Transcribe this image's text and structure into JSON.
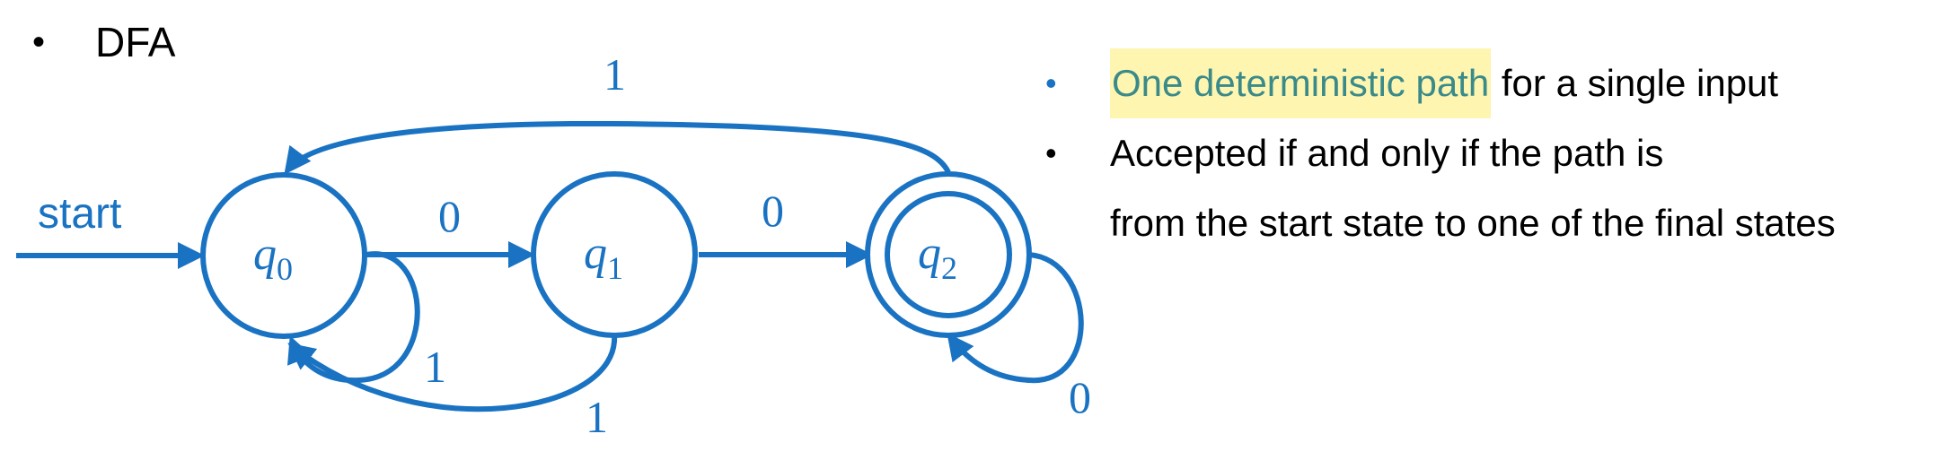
{
  "heading": {
    "bullet": "•",
    "text": "DFA"
  },
  "colors": {
    "accent": "#1a73c2",
    "highlight_bg": "#fdf5b0",
    "highlight_text": "#3a8a8a",
    "text": "#000000"
  },
  "diagram": {
    "start_label": "start",
    "states": [
      {
        "id": "q0",
        "name": "q",
        "sub": "0",
        "accepting": false
      },
      {
        "id": "q1",
        "name": "q",
        "sub": "1",
        "accepting": false
      },
      {
        "id": "q2",
        "name": "q",
        "sub": "2",
        "accepting": true
      }
    ],
    "transitions": [
      {
        "from": "q0",
        "to": "q1",
        "label": "0"
      },
      {
        "from": "q1",
        "to": "q2",
        "label": "0"
      },
      {
        "from": "q0",
        "to": "q0",
        "label": "1"
      },
      {
        "from": "q1",
        "to": "q0",
        "label": "1"
      },
      {
        "from": "q2",
        "to": "q0",
        "label": "1"
      },
      {
        "from": "q2",
        "to": "q2",
        "label": "0"
      }
    ]
  },
  "notes": {
    "line1_bullet": "•",
    "line1_highlight": "One deterministic path",
    "line1_rest": " for a single input",
    "line2_bullet": "•",
    "line2_text": "Accepted if and only if the path is",
    "line3_text": "from the start state to one of the final states"
  }
}
